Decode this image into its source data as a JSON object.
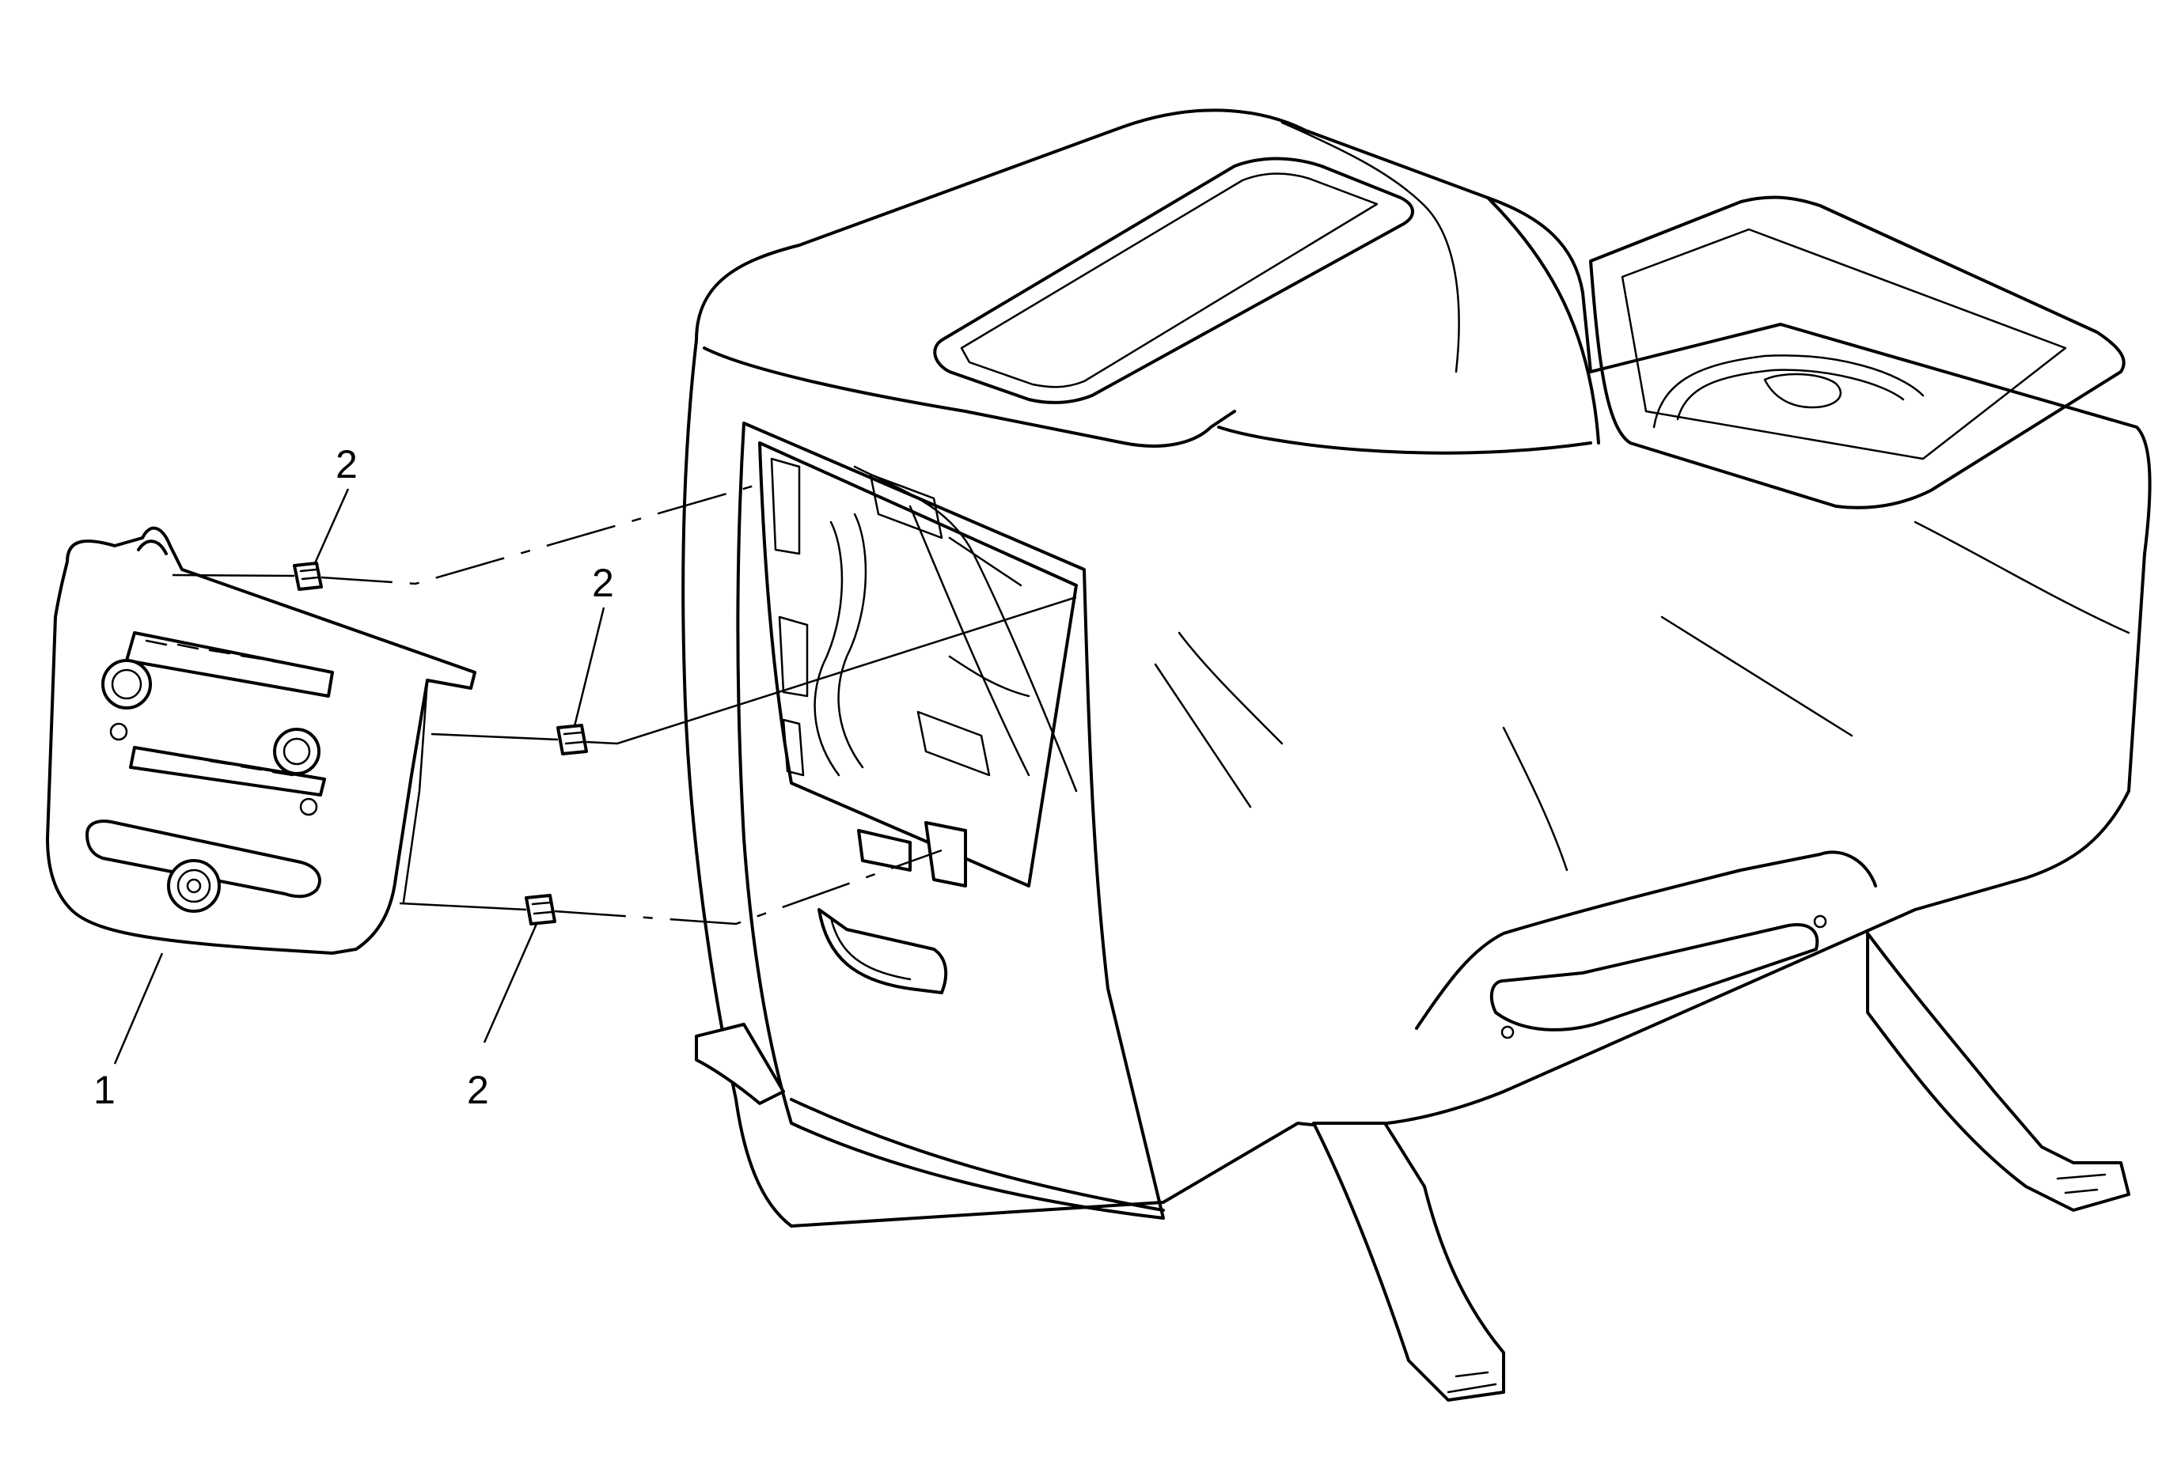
{
  "callouts": {
    "panel": "1",
    "retainer_top": "2",
    "retainer_middle": "2",
    "retainer_bottom": "2"
  },
  "icons": [
    "trim-panel-icon",
    "retainer-clip-icon",
    "center-console-icon"
  ]
}
